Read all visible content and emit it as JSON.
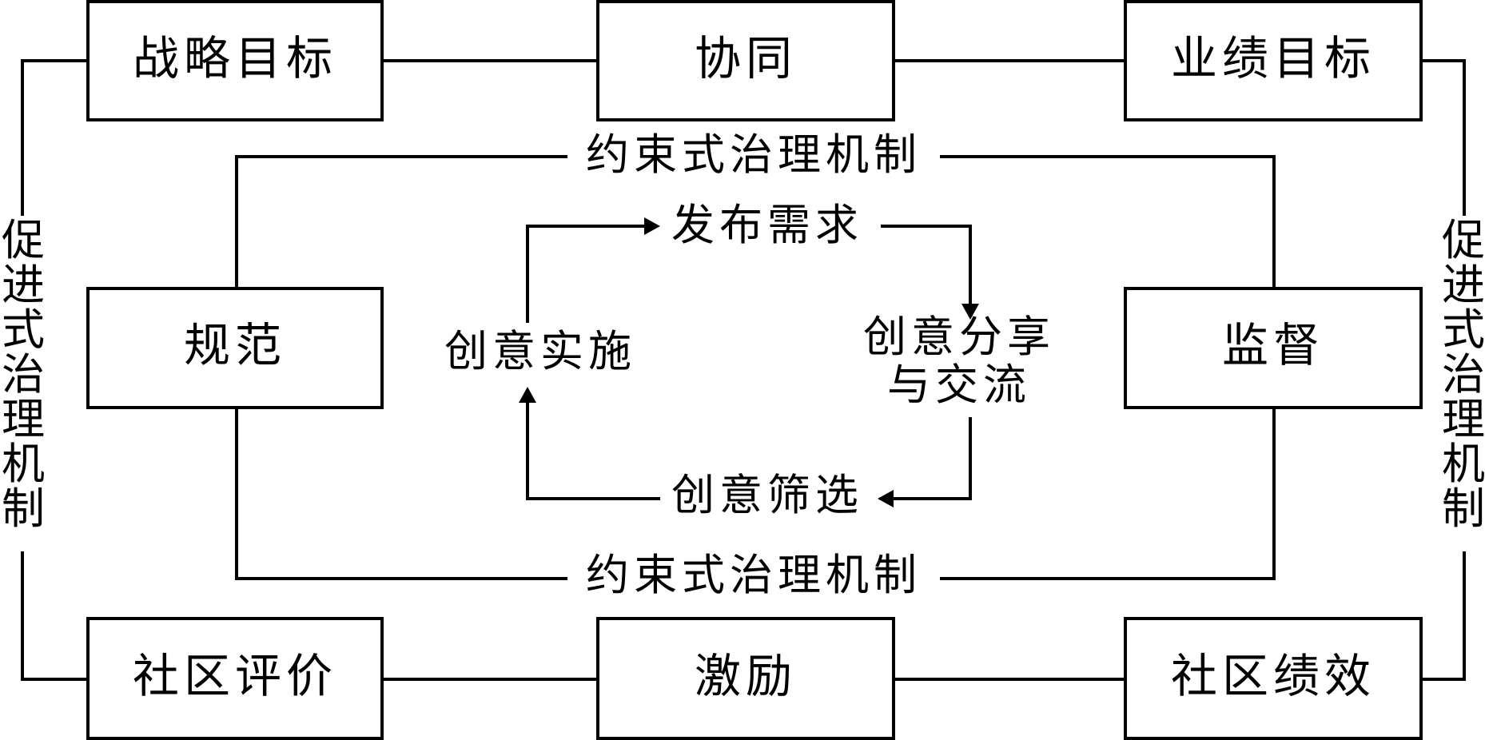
{
  "top_row": {
    "left": "战略目标",
    "center": "协同",
    "right": "业绩目标"
  },
  "middle_row": {
    "left": "规范",
    "right": "监督"
  },
  "bottom_row": {
    "left": "社区评价",
    "center": "激励",
    "right": "社区绩效"
  },
  "constraint_mechanism": {
    "top": "约束式治理机制",
    "bottom": "约束式治理机制"
  },
  "promotion_mechanism": {
    "left": [
      "促",
      "进",
      "式",
      "治",
      "理",
      "机",
      "制"
    ],
    "right": [
      "促",
      "进",
      "式",
      "治",
      "理",
      "机",
      "制"
    ]
  },
  "cycle": {
    "publish": "发布需求",
    "share_line1": "创意分享",
    "share_line2": "与交流",
    "filter": "创意筛选",
    "implement": "创意实施"
  }
}
